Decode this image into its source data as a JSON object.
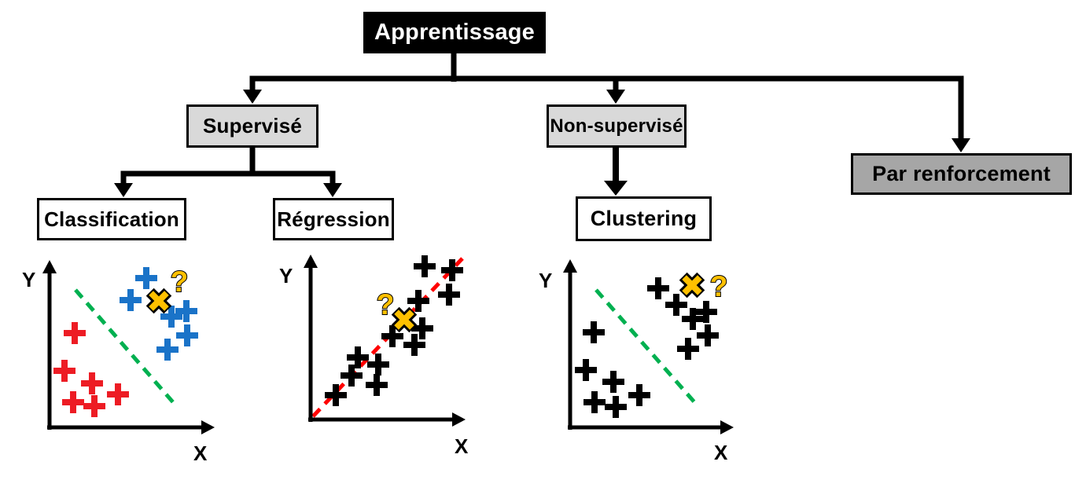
{
  "nodes": {
    "root": "Apprentissage",
    "supervised": "Supervisé",
    "unsupervised": "Non-supervisé",
    "reinforcement": "Par renforcement",
    "classification": "Classification",
    "regression": "Régression",
    "clustering": "Clustering"
  },
  "colors": {
    "root_fill": "#000000",
    "branch_fill_light": "#d9d9d9",
    "branch_fill_dark": "#a6a6a6",
    "connector": "#000000",
    "class_red": "#ed1c24",
    "class_blue": "#1a73c8",
    "separator_green": "#00b050",
    "trend_red": "#ff0000",
    "unknown_gold": "#ffc000"
  },
  "chart_data": [
    {
      "id": "classification",
      "type": "scatter",
      "xlabel": "X",
      "ylabel": "Y",
      "dashed_line": {
        "role": "decision-boundary",
        "color": "#00b050",
        "from": [
          81,
          44
        ],
        "to": [
          205,
          187
        ]
      },
      "series": [
        {
          "name": "class-red",
          "marker": "plus",
          "color": "#ed1c24",
          "points": [
            [
              80,
              99
            ],
            [
              67,
              147
            ],
            [
              102,
              163
            ],
            [
              78,
              187
            ],
            [
              105,
              192
            ],
            [
              135,
              177
            ]
          ]
        },
        {
          "name": "class-blue",
          "marker": "plus",
          "color": "#1a73c8",
          "points": [
            [
              171,
              29
            ],
            [
              151,
              57
            ],
            [
              203,
              78
            ],
            [
              222,
              71
            ],
            [
              223,
              102
            ],
            [
              198,
              120
            ]
          ]
        }
      ],
      "unknown_point": {
        "marker": "x",
        "color": "#ffc000",
        "pos": [
          187,
          58
        ],
        "question": "?",
        "question_pos": [
          213,
          46
        ]
      }
    },
    {
      "id": "regression",
      "type": "scatter",
      "xlabel": "X",
      "ylabel": "Y",
      "dashed_line": {
        "role": "trend-line",
        "color": "#ff0000",
        "from": [
          68,
          210
        ],
        "to": [
          258,
          9
        ]
      },
      "series": [
        {
          "name": "samples",
          "marker": "plus",
          "color": "#000000",
          "points": [
            [
              97,
              183
            ],
            [
              117,
              158
            ],
            [
              125,
              135
            ],
            [
              151,
              144
            ],
            [
              149,
              170
            ],
            [
              169,
              108
            ],
            [
              197,
              119
            ],
            [
              202,
              63
            ],
            [
              207,
              98
            ],
            [
              210,
              19
            ],
            [
              241,
              55
            ],
            [
              245,
              24
            ]
          ]
        }
      ],
      "unknown_point": {
        "marker": "x",
        "color": "#ffc000",
        "pos": [
          184,
          87
        ],
        "question": "?",
        "question_pos": [
          160,
          80
        ]
      }
    },
    {
      "id": "clustering",
      "type": "scatter",
      "xlabel": "X",
      "ylabel": "Y",
      "dashed_line": {
        "role": "cluster-separator",
        "color": "#00b050",
        "from": [
          83,
          44
        ],
        "to": [
          209,
          188
        ]
      },
      "series": [
        {
          "name": "points",
          "marker": "plus",
          "color": "#000000",
          "points": [
            [
              80,
              98
            ],
            [
              70,
              146
            ],
            [
              105,
              161
            ],
            [
              81,
              187
            ],
            [
              108,
              193
            ],
            [
              138,
              178
            ],
            [
              162,
              42
            ],
            [
              185,
              63
            ],
            [
              206,
              81
            ],
            [
              223,
              72
            ],
            [
              225,
              102
            ],
            [
              200,
              119
            ]
          ]
        }
      ],
      "unknown_point": {
        "marker": "x",
        "color": "#ffc000",
        "pos": [
          205,
          38
        ],
        "question": "?",
        "question_pos": [
          239,
          52
        ]
      }
    }
  ]
}
